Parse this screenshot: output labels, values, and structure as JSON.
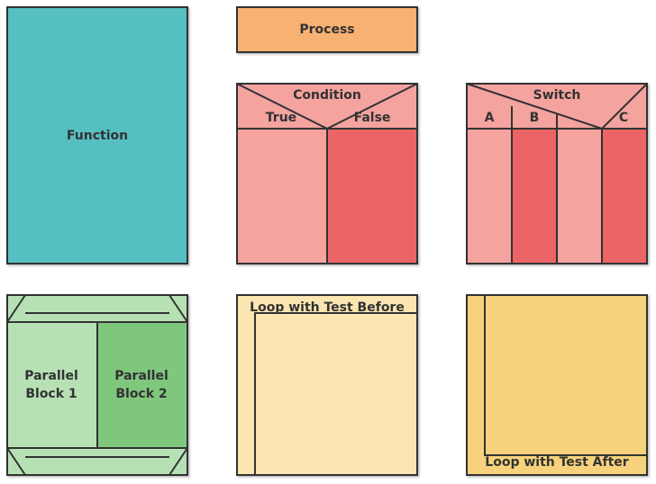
{
  "colors": {
    "function": "#56BFC2",
    "process": "#F7B173",
    "condition_header": "#F4A39F",
    "pink_light": "#F4A39F",
    "pink_dark": "#EC6566",
    "parallel_light": "#B7E1B5",
    "parallel_dark": "#80C77E",
    "loop_before": "#FBE5B1",
    "loop_after": "#F7D27C",
    "stroke": "#333333",
    "text": "#333333"
  },
  "function": {
    "label": "Function"
  },
  "process": {
    "label": "Process"
  },
  "condition": {
    "title": "Condition",
    "true_label": "True",
    "false_label": "False"
  },
  "switch": {
    "title": "Switch",
    "cases": [
      "A",
      "B",
      "",
      "C"
    ]
  },
  "parallel": {
    "block1": [
      "Parallel",
      "Block 1"
    ],
    "block2": [
      "Parallel",
      "Block 2"
    ]
  },
  "loop_before": {
    "label": "Loop with Test Before"
  },
  "loop_after": {
    "label": "Loop with Test After"
  }
}
